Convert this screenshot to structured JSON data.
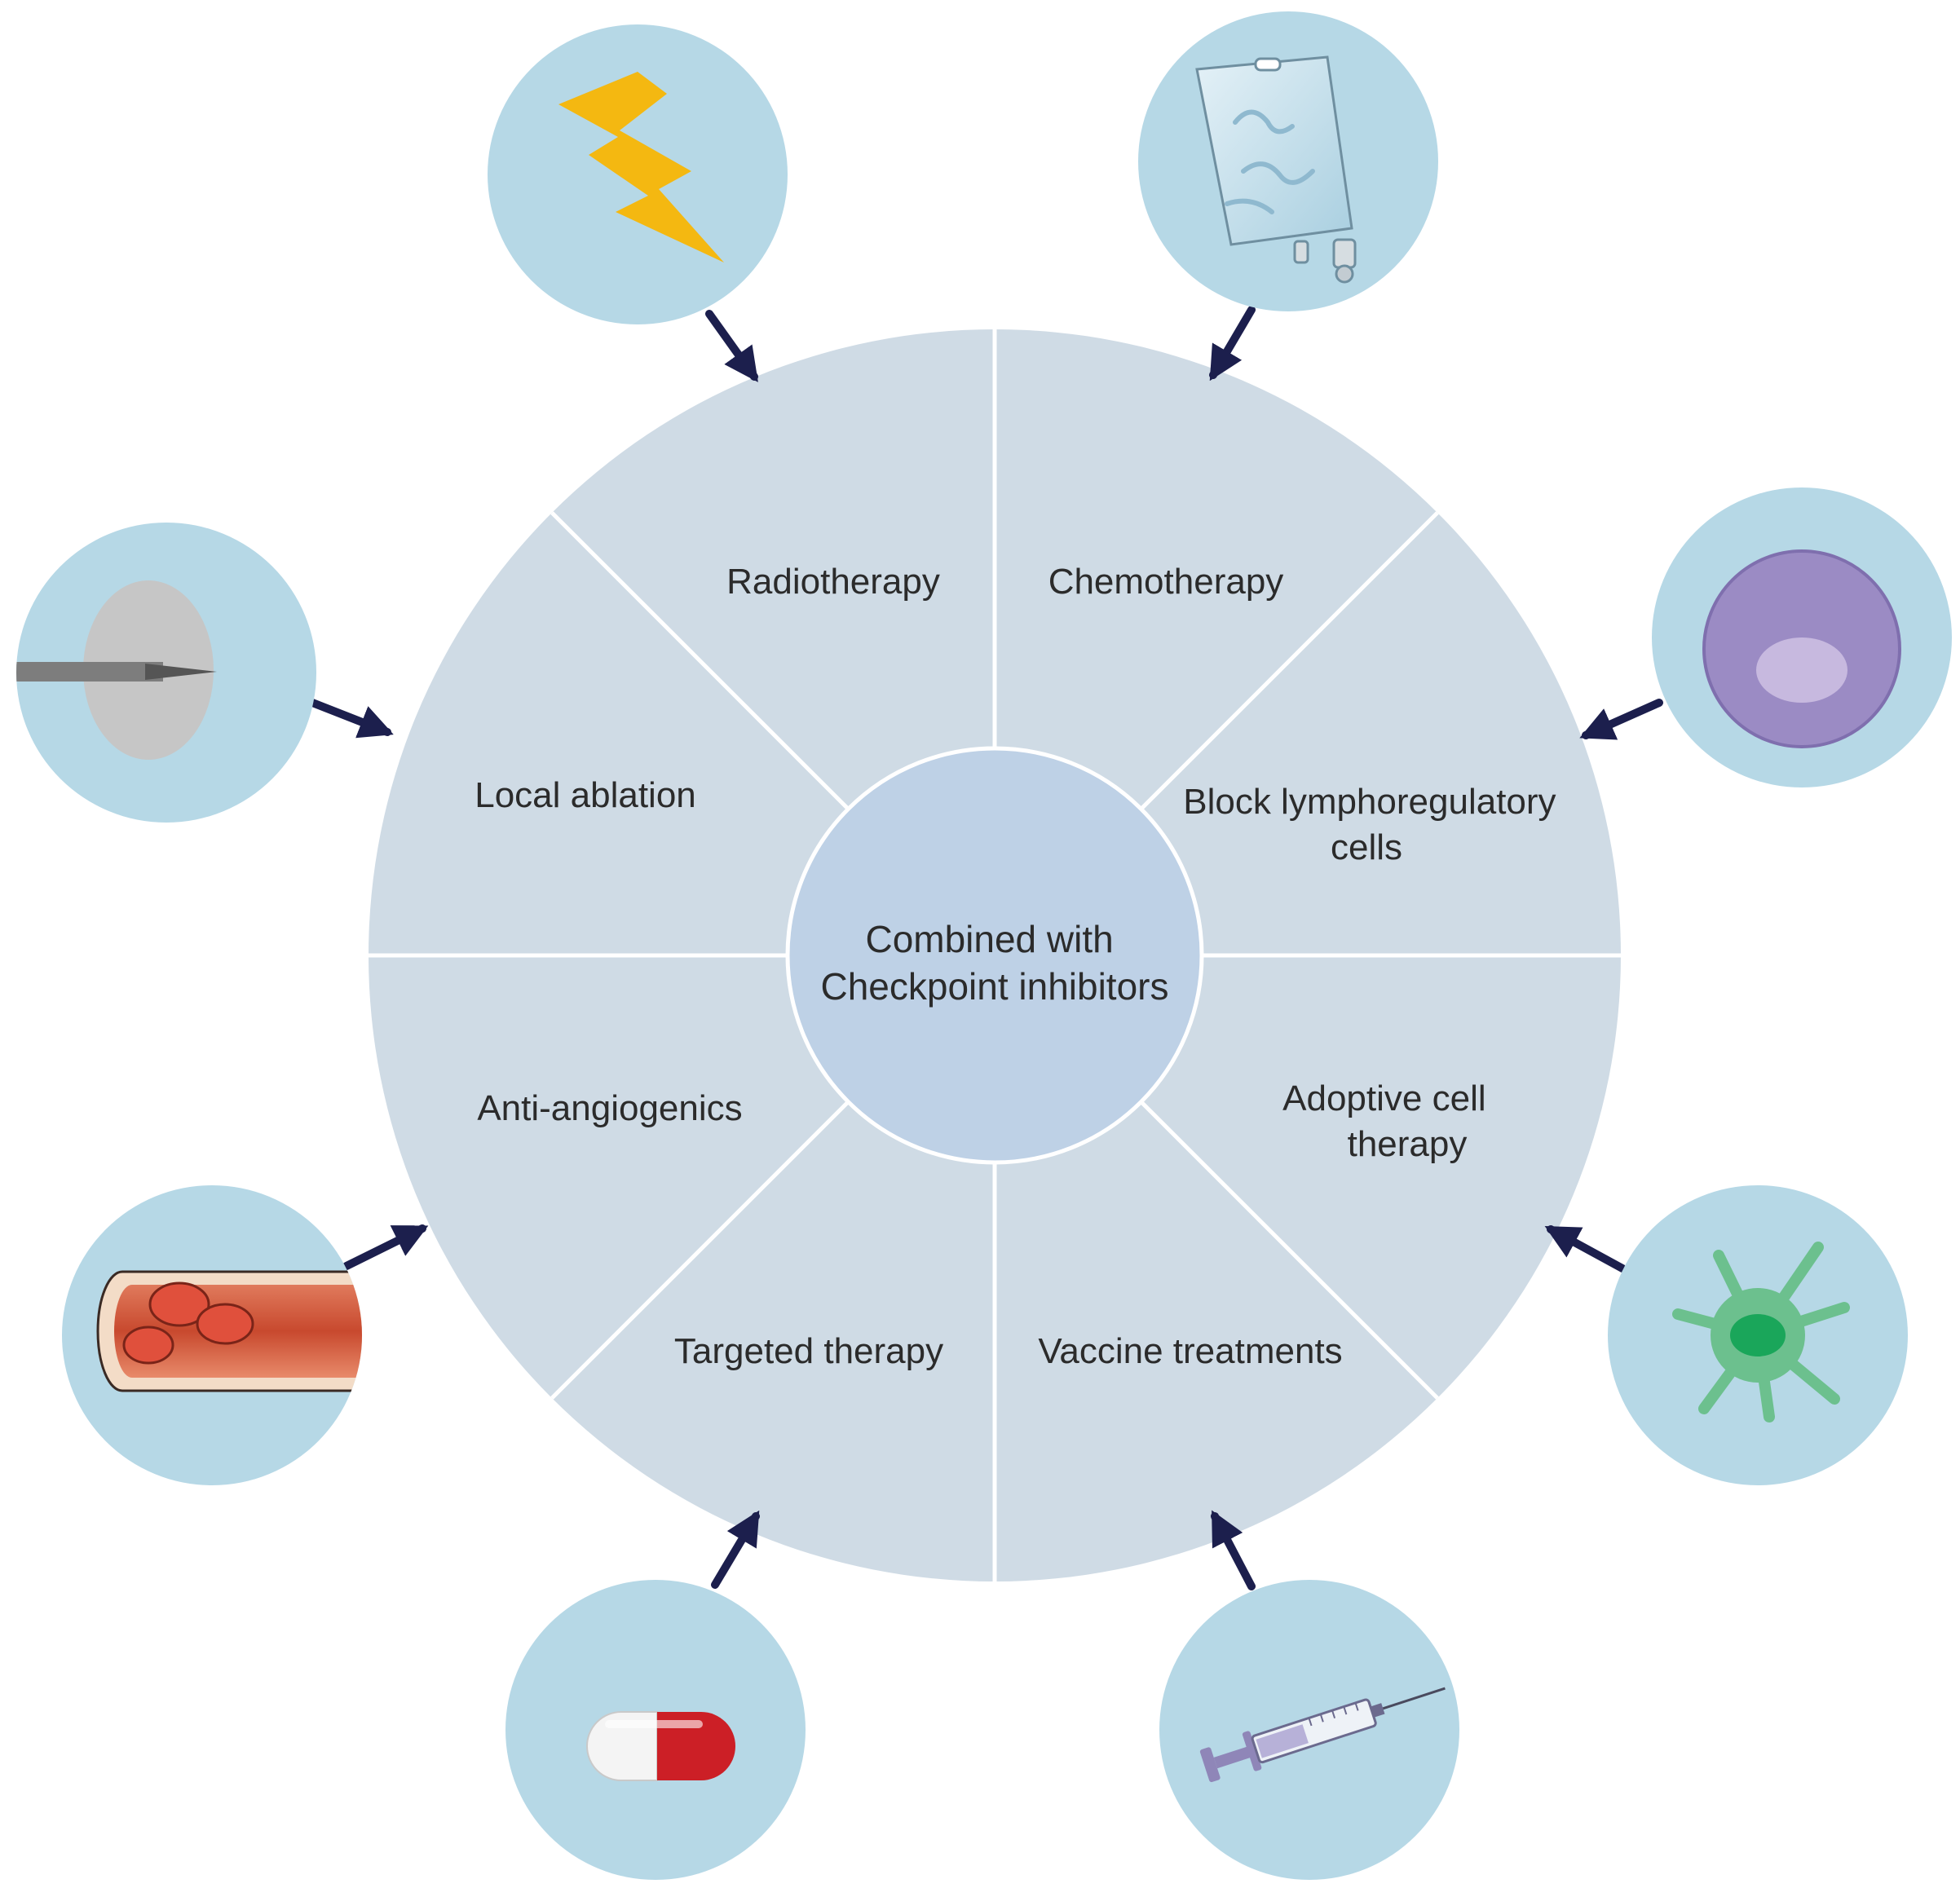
{
  "center": {
    "line1": "Combined with",
    "line2": "Checkpoint inhibitors"
  },
  "segments": [
    {
      "id": "radiotherapy",
      "lines": [
        "Radiotherapy"
      ],
      "icon": "lightning-bolt-icon"
    },
    {
      "id": "chemotherapy",
      "lines": [
        "Chemotherapy"
      ],
      "icon": "iv-bag-icon"
    },
    {
      "id": "block-lymphoregulatory",
      "lines": [
        "Block lymphoregulatory",
        "cells"
      ],
      "icon": "purple-cell-icon"
    },
    {
      "id": "adoptive-cell",
      "lines": [
        "Adoptive cell",
        "therapy"
      ],
      "icon": "dendritic-cell-icon"
    },
    {
      "id": "vaccine",
      "lines": [
        "Vaccine treatments"
      ],
      "icon": "syringe-icon"
    },
    {
      "id": "targeted",
      "lines": [
        "Targeted therapy"
      ],
      "icon": "capsule-icon"
    },
    {
      "id": "anti-angiogenics",
      "lines": [
        "Anti-angiogenics"
      ],
      "icon": "blood-vessel-icon"
    },
    {
      "id": "local-ablation",
      "lines": [
        "Local ablation"
      ],
      "icon": "ablation-needle-icon"
    }
  ],
  "colors": {
    "wheel": "#cfdbe5",
    "center": "#bed1e6",
    "icon_circle": "#b6d8e6",
    "divider": "#ffffff",
    "arrow": "#1c1f4d",
    "bolt": "#f4b811",
    "capsule_red": "#cc1f26",
    "cell_purple": "#9b8bc4",
    "cell_green": "#6cc08e",
    "vessel_red": "#c8492e"
  }
}
